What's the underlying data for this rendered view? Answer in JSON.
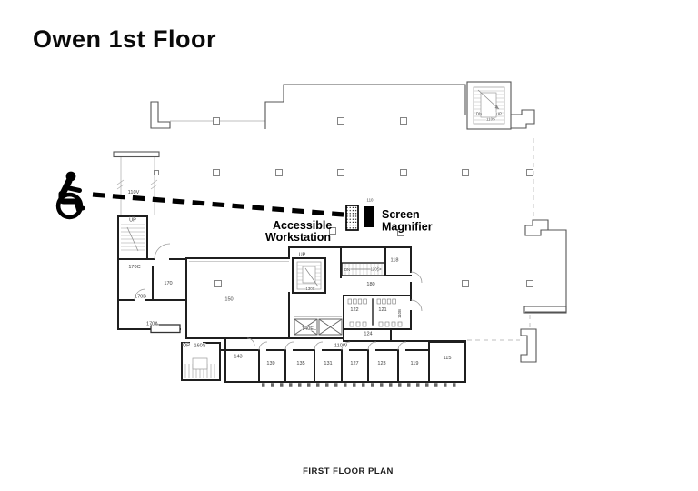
{
  "page": {
    "title": "Owen 1st Floor",
    "caption": "FIRST FLOOR PLAN"
  },
  "annotations": {
    "workstation_line1": "Accessible",
    "workstation_line2": "Workstation",
    "magnifier_line1": "Screen",
    "magnifier_line2": "Magnifier",
    "magnifier_room": "110"
  },
  "stairs": {
    "up": "UP",
    "dn": "DN"
  },
  "rooms": {
    "r110v": "110V",
    "r110s": "110S",
    "r110w": "110W",
    "r110b": "110B",
    "r115": "115",
    "r118": "118",
    "r119": "119",
    "r120s": "120S",
    "r121": "121",
    "r122": "122",
    "r123": "123",
    "r124": "124",
    "r127": "127",
    "r130s": "130S",
    "r131": "131",
    "r135": "135",
    "r139": "139",
    "r140el": "140EL",
    "r143": "143",
    "r150": "150",
    "r160s": "160S",
    "r170": "170",
    "r170a": "170A",
    "r170b": "170B",
    "r170c": "170C",
    "r180": "180"
  },
  "colors": {
    "marker": "#000000",
    "wall_dark": "#1f1f1f",
    "wall_light": "#8a8a8a"
  }
}
